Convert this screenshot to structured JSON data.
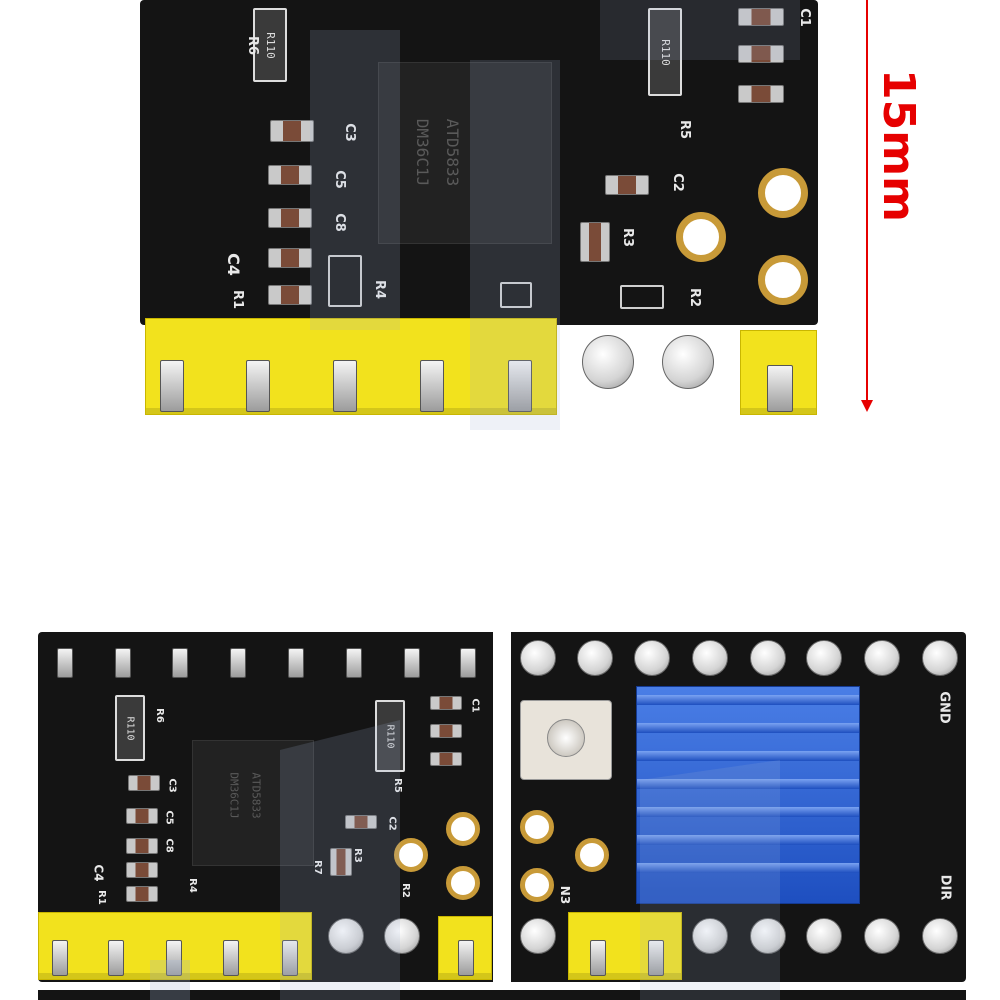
{
  "dimension": {
    "label": "15mm",
    "color": "#e60000"
  },
  "chip": {
    "line1": "ATD5833",
    "line2": "DM36C1J"
  },
  "resistor_label": "R110",
  "silkscreen": {
    "r6": "R6",
    "c3": "C3",
    "c5": "C5",
    "c8": "C8",
    "c4": "C4",
    "r4": "R4",
    "r1": "R1",
    "r5": "R5",
    "c1": "C1",
    "c2": "C2",
    "r3": "R3",
    "r2": "R2",
    "r7": "R7",
    "n3": "N3",
    "gnd": "GND",
    "dir": "DIR"
  },
  "colors": {
    "pcb": "#141414",
    "header": "#f2e21d",
    "heatsink": "#1e4fc0",
    "pad_ring": "#c89a38"
  }
}
